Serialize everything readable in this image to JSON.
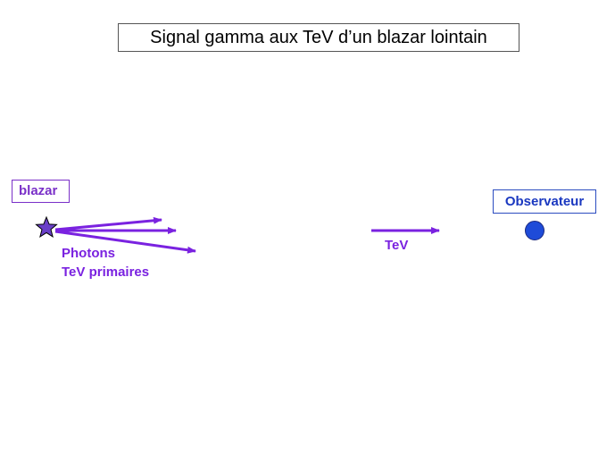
{
  "title": "Signal gamma aux TeV d’un blazar lointain",
  "blazar": {
    "label": "blazar"
  },
  "observer": {
    "label": "Observateur"
  },
  "primary_photons": {
    "line1": "Photons",
    "line2": "TeV primaires"
  },
  "arrived_photon": {
    "label": "TeV"
  },
  "colors": {
    "photon": "#7a22e0",
    "blazar_star": "#6a3fc8",
    "observer_dot": "#1e4bd8",
    "observer_label": "#1a38c0",
    "blazar_label": "#7a30c8"
  },
  "icons": {
    "source": "star-icon",
    "observer": "circle-icon"
  }
}
